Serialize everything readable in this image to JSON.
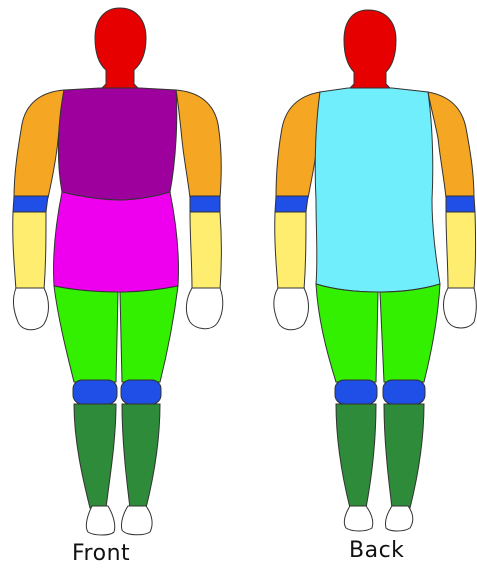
{
  "figures": [
    {
      "key": "front",
      "label": "Front"
    },
    {
      "key": "back",
      "label": "Back"
    }
  ],
  "colors": {
    "head": "#e60000",
    "upper_arm": "#f5a623",
    "elbow_band": "#1f4fe6",
    "forearm": "#ffed70",
    "hand": "#ffffff",
    "chest_front": "#9e009e",
    "abdomen_front": "#ee00ee",
    "torso_back": "#70eefc",
    "thigh": "#33f000",
    "knee": "#1f4fe6",
    "shin": "#2e8b3a",
    "foot": "#ffffff",
    "outline": "#333333"
  }
}
